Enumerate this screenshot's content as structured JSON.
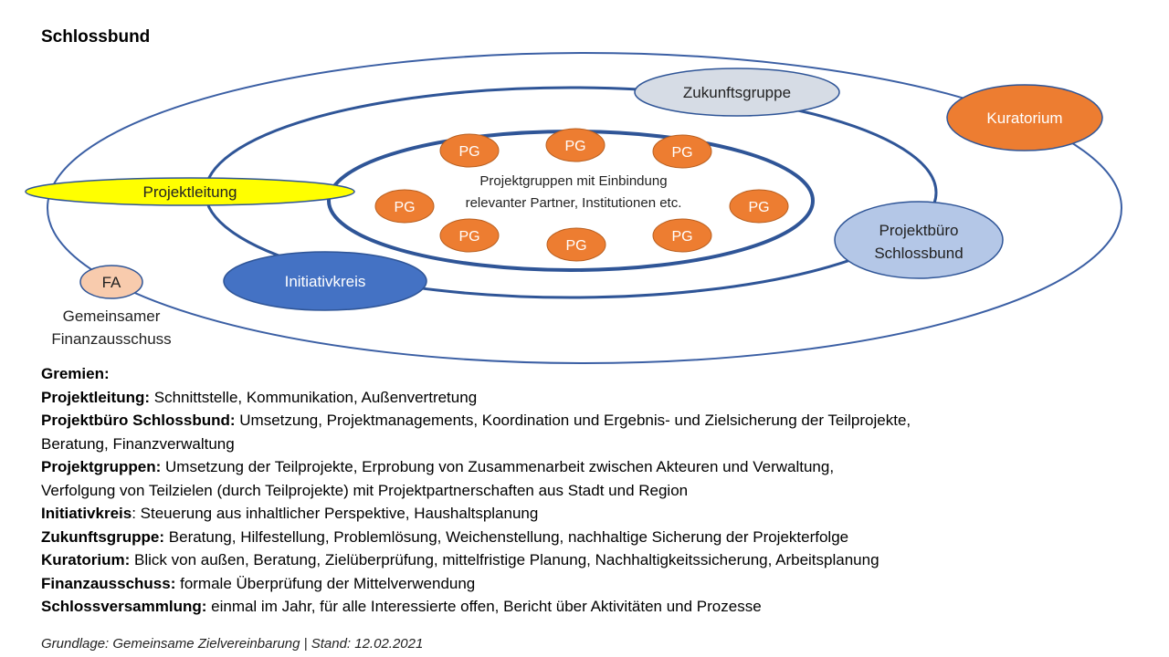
{
  "title": "Schlossbund",
  "colors": {
    "ring_stroke": "#2f5597",
    "outer_ring_stroke": "#3b5fa4",
    "pg_fill": "#ed7d31",
    "pg_stroke": "#b85f20",
    "kuratorium_fill": "#ed7d31",
    "projektleitung_fill": "#ffff00",
    "initiativkreis_fill": "#4472c4",
    "zukunftsgruppe_fill": "#d6dce5",
    "projektbuero_fill": "#b4c7e7",
    "fa_fill": "#f8cbad"
  },
  "diagram": {
    "zukunftsgruppe": "Zukunftsgruppe",
    "kuratorium": "Kuratorium",
    "projektleitung": "Projektleitung",
    "initiativkreis": "Initiativkreis",
    "projektbuero_line1": "Projektbüro",
    "projektbuero_line2": "Schlossbund",
    "fa": "FA",
    "fa_caption_line1": "Gemeinsamer",
    "fa_caption_line2": "Finanzausschuss",
    "pg_label": "PG",
    "center_line1": "Projektgruppen mit Einbindung",
    "center_line2": "relevanter Partner, Institutionen etc."
  },
  "legend": {
    "heading": "Gremien:",
    "projektleitung": {
      "term": "Projektleitung:",
      "text": " Schnittstelle, Kommunikation, Außenvertretung"
    },
    "projektbuero": {
      "term": "Projektbüro Schlossbund:",
      "text": " Umsetzung, Projektmanagements, Koordination und Ergebnis- und Zielsicherung der Teilprojekte,",
      "text2": "Beratung, Finanzverwaltung"
    },
    "projektgruppen": {
      "term": "Projektgruppen:",
      "text": " Umsetzung der Teilprojekte, Erprobung von Zusammenarbeit zwischen Akteuren und Verwaltung,",
      "text2": "Verfolgung von Teilzielen (durch Teilprojekte) mit Projektpartnerschaften aus Stadt und Region"
    },
    "initiativkreis": {
      "term": "Initiativkreis",
      "text": ": Steuerung aus inhaltlicher Perspektive, Haushaltsplanung"
    },
    "zukunftsgruppe": {
      "term": "Zukunftsgruppe:",
      "text": " Beratung, Hilfestellung, Problemlösung, Weichenstellung, nachhaltige Sicherung der Projekterfolge"
    },
    "kuratorium": {
      "term": "Kuratorium:",
      "text": " Blick von außen, Beratung, Zielüberprüfung, mittelfristige Planung, Nachhaltigkeitssicherung, Arbeitsplanung"
    },
    "finanzausschuss": {
      "term": "Finanzausschuss:",
      "text": " formale Überprüfung der Mittelverwendung"
    },
    "schlossversammlung": {
      "term": "Schlossversammlung:",
      "text": " einmal im Jahr, für alle Interessierte offen, Bericht über Aktivitäten und Prozesse"
    }
  },
  "footer": "Grundlage: Gemeinsame Zielvereinbarung | Stand: 12.02.2021"
}
